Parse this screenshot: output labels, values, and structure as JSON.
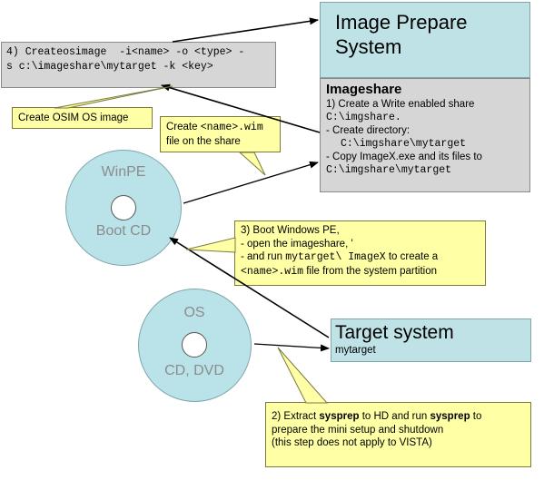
{
  "command_box": {
    "line1": "4) Createosimage  -i<name> -o <type> -",
    "line2": "s c:\\imageshare\\mytarget -k <key>"
  },
  "image_prepare_system": {
    "title_line1": "Image Prepare",
    "title_line2": "System"
  },
  "imageshare_box": {
    "heading": "Imageshare",
    "line1": "1) Create a Write enabled share",
    "path1": "C:\\imgshare.",
    "line2": "- Create directory:",
    "path2": "C:\\imgshare\\mytarget",
    "line3": "- Copy ImageX.exe and its files to",
    "path3": "C:\\imgshare\\mytarget"
  },
  "callout_osim": {
    "text": "Create OSIM OS image"
  },
  "callout_wim": {
    "prefix": "Create ",
    "code": "<name>.wim",
    "line2": "file on the share"
  },
  "winpe_disc": {
    "label_top": "WinPE",
    "label_bottom": "Boot CD"
  },
  "callout_boot": {
    "line1": "3) Boot Windows PE,",
    "line2": "- open the imageshare, '",
    "line3_prefix": "- and run ",
    "line3_code": "mytarget\\ ImageX",
    "line3_suffix": " to create a",
    "line4_code": "<name>.wim",
    "line4_suffix": " file from the system partition"
  },
  "os_disc": {
    "label_top": "OS",
    "label_bottom": "CD, DVD"
  },
  "target_system": {
    "title": "Target system",
    "subtitle": "mytarget"
  },
  "callout_sysprep": {
    "line1_a": "2) Extract ",
    "line1_b": "sysprep",
    "line1_c": " to HD and run ",
    "line1_d": "sysprep",
    "line1_e": " to",
    "line2": "prepare the mini setup and shutdown",
    "line3": "(this step does not apply to VISTA)"
  },
  "colors": {
    "system_fill": "#bfe2e6",
    "gray_fill": "#d6d6d6",
    "callout_fill": "#ffffa6",
    "disc_fill": "#b9e3e8",
    "arrow": "#000000"
  }
}
